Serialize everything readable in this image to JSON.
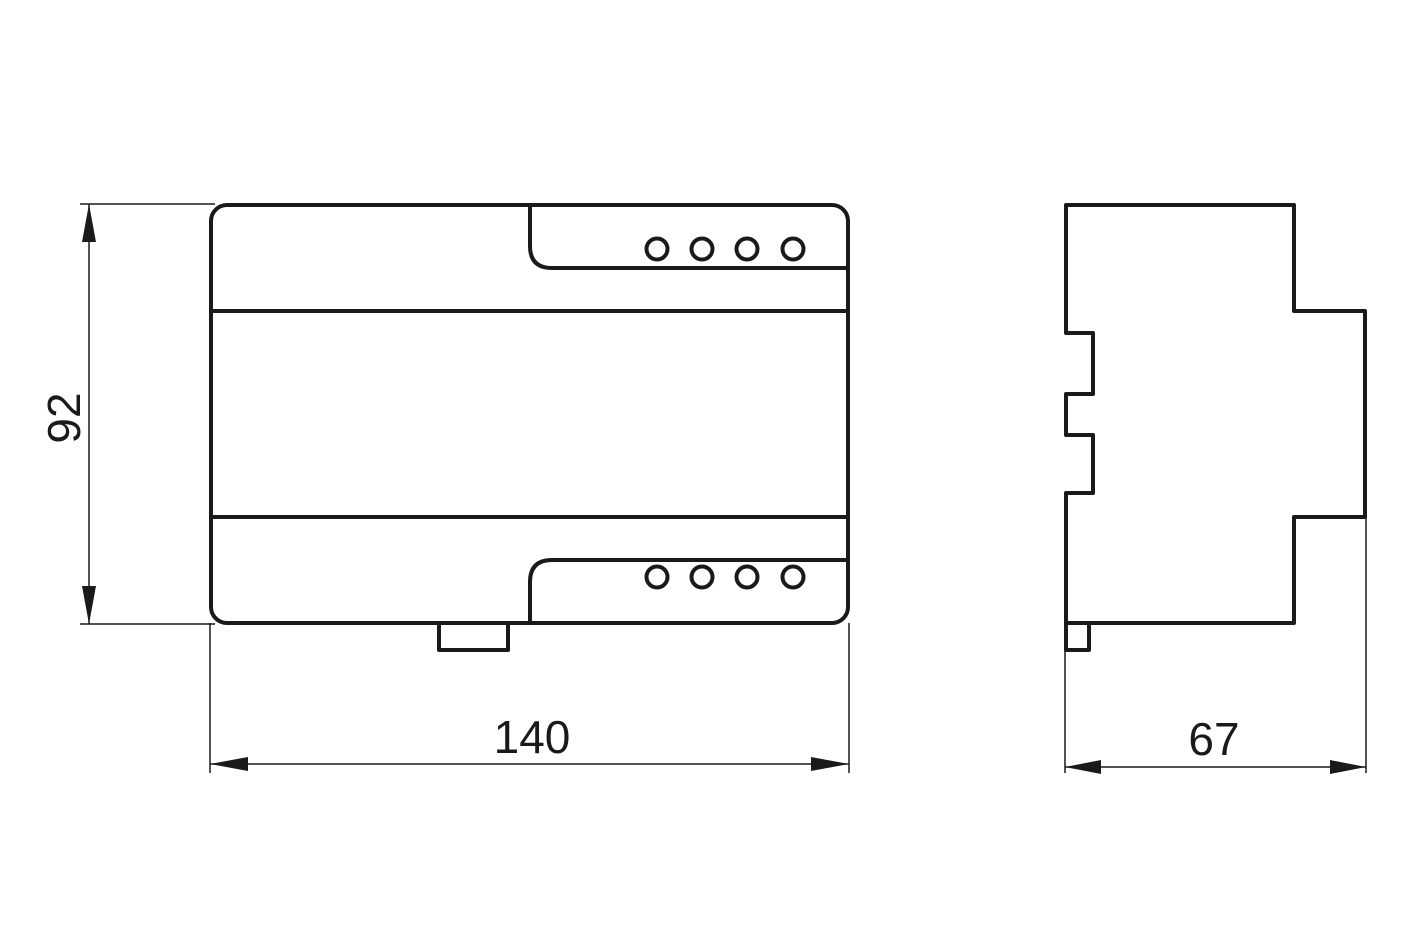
{
  "dimensions": {
    "height": "92",
    "width": "140",
    "depth": "67"
  },
  "terminals": {
    "top_row_count": 4,
    "bottom_row_count": 4
  },
  "colors": {
    "line": "#1a1a1a",
    "background": "#ffffff"
  }
}
